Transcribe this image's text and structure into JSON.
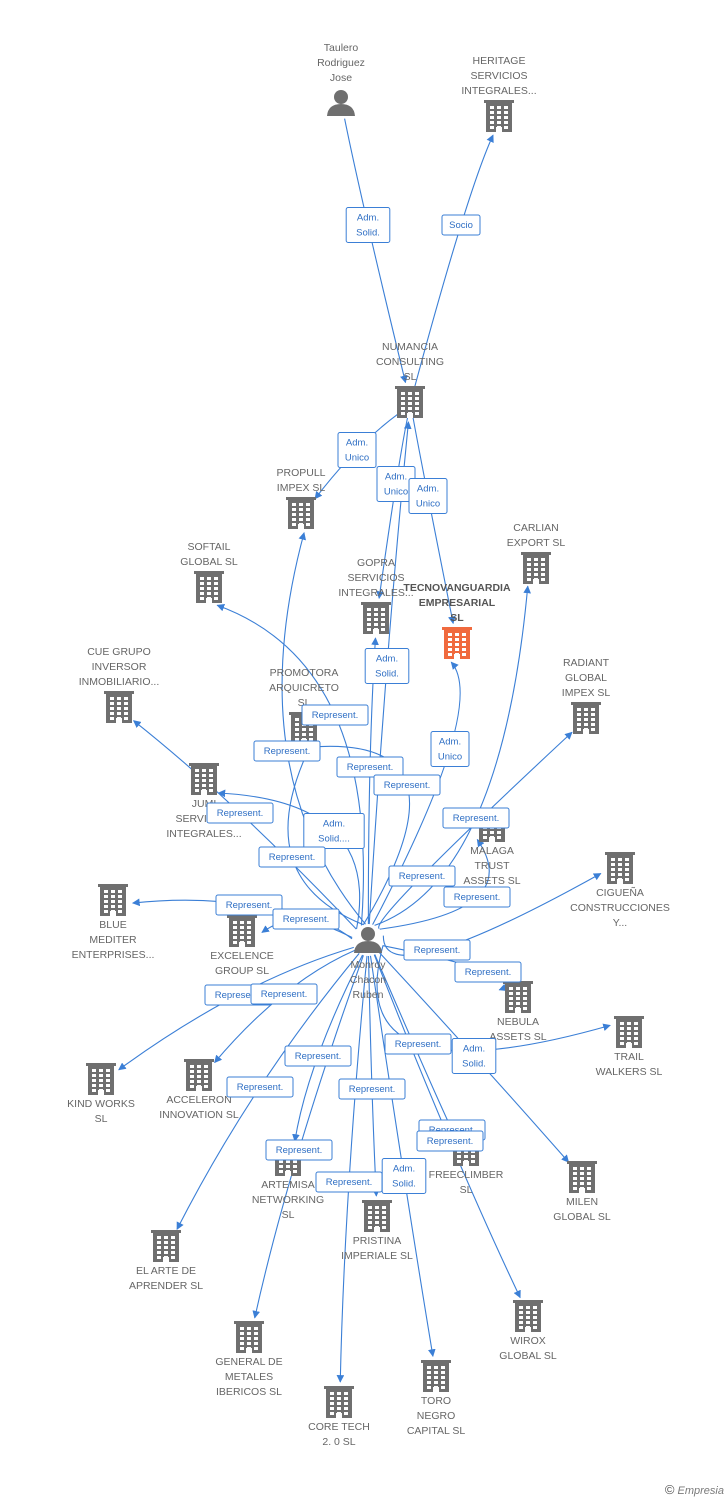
{
  "colors": {
    "edge": "#3b7fd6",
    "building": "#6f6f6f",
    "focus_building": "#f06a3e",
    "person": "#6f6f6f"
  },
  "nodes": [
    {
      "id": "taulero",
      "type": "person",
      "label": [
        "Taulero",
        "Rodriguez",
        "Jose"
      ]
    },
    {
      "id": "heritage",
      "type": "company",
      "label": [
        "HERITAGE",
        "SERVICIOS",
        "INTEGRALES..."
      ]
    },
    {
      "id": "numancia",
      "type": "company",
      "label": [
        "NUMANCIA",
        "CONSULTING",
        "SL"
      ]
    },
    {
      "id": "propull",
      "type": "company",
      "label": [
        "PROPULL",
        "IMPEX  SL"
      ]
    },
    {
      "id": "softail",
      "type": "company",
      "label": [
        "SOFTAIL",
        "GLOBAL  SL"
      ]
    },
    {
      "id": "gopra",
      "type": "company",
      "label": [
        "GOPRA",
        "SERVICIOS",
        "INTEGRALES..."
      ]
    },
    {
      "id": "tecnovanguardia",
      "type": "company",
      "focus": true,
      "label": [
        "TECNOVANGUARDIA",
        "EMPRESARIAL",
        "SL"
      ]
    },
    {
      "id": "carlian",
      "type": "company",
      "label": [
        "CARLIAN",
        "EXPORT SL"
      ]
    },
    {
      "id": "cuegrupo",
      "type": "company",
      "label": [
        "CUE GRUPO",
        "INVERSOR",
        "INMOBILIARIO..."
      ]
    },
    {
      "id": "promotora",
      "type": "company",
      "label": [
        "PROMOTORA",
        "ARQUICRETO",
        "SL"
      ]
    },
    {
      "id": "radiant",
      "type": "company",
      "label": [
        "RADIANT",
        "GLOBAL",
        "IMPEX  SL"
      ]
    },
    {
      "id": "jumi",
      "type": "company",
      "label": [
        "JUMI",
        "SERVICIOS",
        "INTEGRALES..."
      ]
    },
    {
      "id": "malaga",
      "type": "company",
      "label": [
        "MALAGA",
        "TRUST",
        "ASSETS  SL"
      ]
    },
    {
      "id": "ciguena",
      "type": "company",
      "label": [
        "CIGUEÑA",
        "CONSTRUCCIONES",
        "Y..."
      ]
    },
    {
      "id": "blue",
      "type": "company",
      "label": [
        "BLUE",
        "MEDITER",
        "ENTERPRISES..."
      ]
    },
    {
      "id": "excelence",
      "type": "company",
      "label": [
        "EXCELENCE",
        "GROUP  SL"
      ]
    },
    {
      "id": "monroy",
      "type": "person",
      "label": [
        "Monroy",
        "Chacon",
        "Ruben"
      ]
    },
    {
      "id": "nebula",
      "type": "company",
      "label": [
        "NEBULA",
        "ASSETS  SL"
      ]
    },
    {
      "id": "trail",
      "type": "company",
      "label": [
        "TRAIL",
        "WALKERS  SL"
      ]
    },
    {
      "id": "kindworks",
      "type": "company",
      "label": [
        "KIND WORKS",
        "SL"
      ]
    },
    {
      "id": "acceleron",
      "type": "company",
      "label": [
        "ACCELERON",
        "INNOVATION  SL"
      ]
    },
    {
      "id": "milen",
      "type": "company",
      "label": [
        "MILEN",
        "GLOBAL  SL"
      ]
    },
    {
      "id": "freeclimber",
      "type": "company",
      "label": [
        "FREECLIMBER",
        "SL"
      ]
    },
    {
      "id": "artemisa",
      "type": "company",
      "label": [
        "ARTEMISA",
        "NETWORKING",
        "SL"
      ]
    },
    {
      "id": "pristina",
      "type": "company",
      "label": [
        "PRISTINA",
        "IMPERIALE  SL"
      ]
    },
    {
      "id": "elarte",
      "type": "company",
      "label": [
        "EL ARTE DE",
        "APRENDER  SL"
      ]
    },
    {
      "id": "wirox",
      "type": "company",
      "label": [
        "WIROX",
        "GLOBAL  SL"
      ]
    },
    {
      "id": "generalmetales",
      "type": "company",
      "label": [
        "GENERAL DE",
        "METALES",
        "IBERICOS  SL"
      ]
    },
    {
      "id": "toronegro",
      "type": "company",
      "label": [
        "TORO",
        "NEGRO",
        "CAPITAL  SL"
      ]
    },
    {
      "id": "coretech",
      "type": "company",
      "label": [
        "CORE TECH",
        "2. 0  SL"
      ]
    }
  ],
  "edge_labels": [
    [
      "Adm.",
      "Solid."
    ],
    [
      "Socio"
    ],
    [
      "Adm.",
      "Unico"
    ],
    [
      "Adm.",
      "Unico"
    ],
    [
      "Adm.",
      "Unico"
    ],
    [
      "Adm.",
      "Solid."
    ],
    [
      "Represent."
    ],
    [
      "Represent."
    ],
    [
      "Adm.",
      "Unico"
    ],
    [
      "Represent."
    ],
    [
      "Represent."
    ],
    [
      "Represent."
    ],
    [
      "Represent."
    ],
    [
      "Adm.",
      "Solid...."
    ],
    [
      "Represent."
    ],
    [
      "Represent."
    ],
    [
      "Represent."
    ],
    [
      "Represent."
    ],
    [
      "Represent."
    ],
    [
      "Represent."
    ],
    [
      "Represent."
    ],
    [
      "Represent."
    ],
    [
      "Represent."
    ],
    [
      "Represent."
    ],
    [
      "Adm.",
      "Solid."
    ],
    [
      "Represent."
    ],
    [
      "Represent."
    ],
    [
      "Represent."
    ],
    [
      "Represent."
    ],
    [
      "Adm.",
      "Solid."
    ],
    [
      "Represent."
    ],
    [
      "Represent."
    ],
    [
      "Represent."
    ]
  ],
  "footer": {
    "copyright": "©",
    "brand": "Empresia"
  }
}
